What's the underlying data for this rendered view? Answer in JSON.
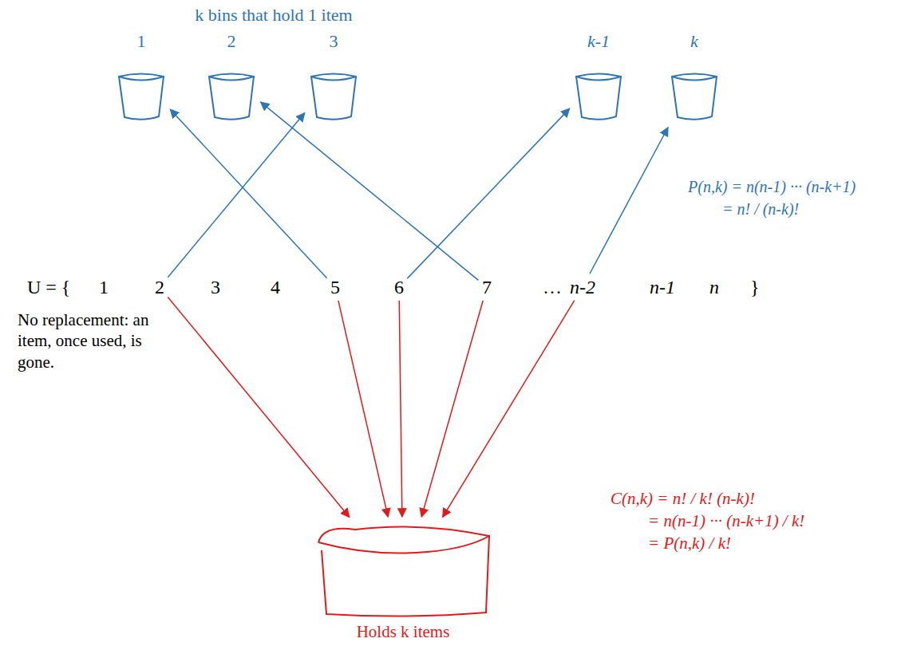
{
  "diagram": {
    "title": "k bins that hold 1 item",
    "nodes": [
      {
        "text": [
          "1"
        ]
      },
      {
        "text": [
          "2"
        ]
      },
      {
        "text": [
          "3"
        ]
      },
      {
        "text": [
          "k-1"
        ]
      },
      {
        "text": [
          "k"
        ]
      },
      {
        "text": [
          "1"
        ]
      },
      {
        "text": [
          "2"
        ]
      },
      {
        "text": [
          "3"
        ]
      },
      {
        "text": [
          "4"
        ]
      },
      {
        "text": [
          "5"
        ]
      },
      {
        "text": [
          "6"
        ]
      },
      {
        "text": [
          "7"
        ]
      },
      {
        "text": [
          "n-2"
        ]
      },
      {
        "text": [
          "n-1"
        ]
      },
      {
        "text": [
          "n"
        ]
      },
      {
        "text": [
          "Holds k items"
        ]
      }
    ],
    "edges": [
      {
        "from": 6,
        "to": 2,
        "arrow": "to"
      },
      {
        "from": 9,
        "to": 0,
        "arrow": "to"
      },
      {
        "from": 11,
        "to": 1,
        "arrow": "to"
      },
      {
        "from": 10,
        "to": 3,
        "arrow": "to"
      },
      {
        "from": 12,
        "to": 4,
        "arrow": "to"
      },
      {
        "from": 6,
        "to": 15,
        "arrow": "to"
      },
      {
        "from": 9,
        "to": 15,
        "arrow": "to"
      },
      {
        "from": 10,
        "to": 15,
        "arrow": "to"
      },
      {
        "from": 11,
        "to": 15,
        "arrow": "to"
      },
      {
        "from": 12,
        "to": 15,
        "arrow": "to"
      }
    ],
    "labels": [
      "U = {",
      "…",
      "}",
      "No replacement: an item, once used, is gone.",
      "P(n,k) = n(n-1) ··· (n-k+1)",
      "= n! / (n-k)!",
      "C(n,k) = n! / k! (n-k)!",
      "= n(n-1) ··· (n-k+1) / k!",
      "= P(n,k) / k!"
    ]
  }
}
